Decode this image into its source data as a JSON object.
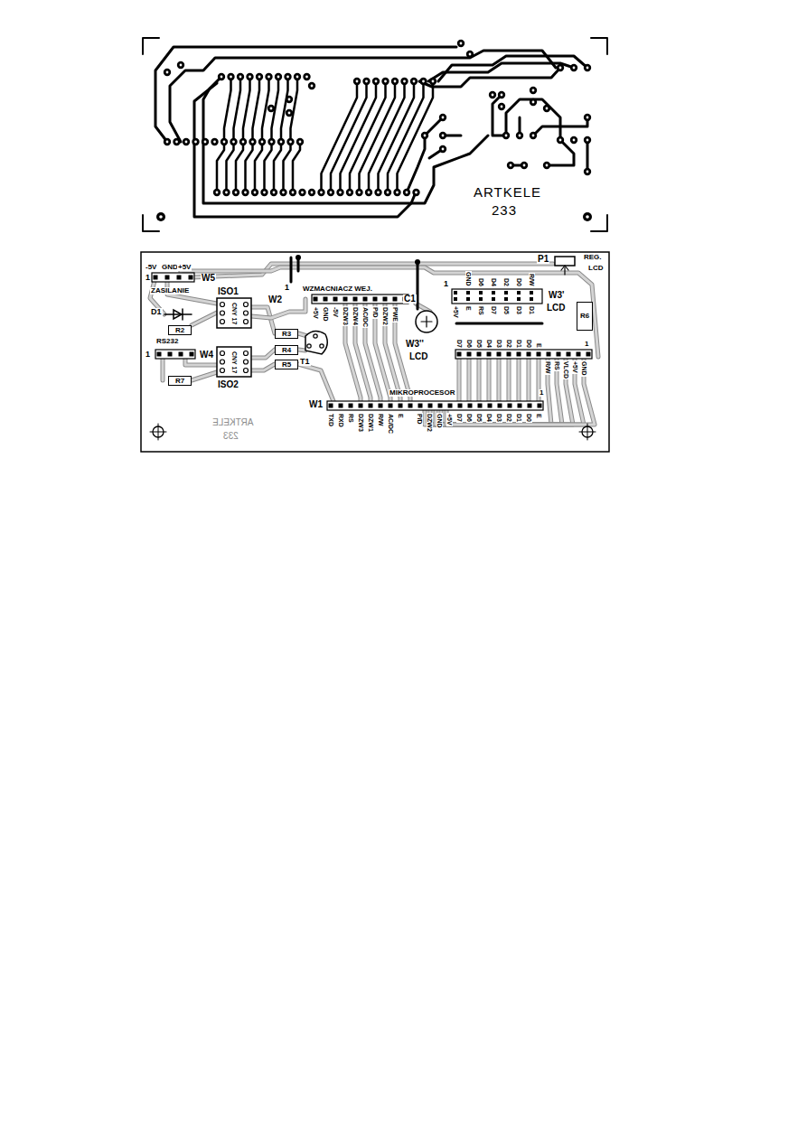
{
  "diagram": {
    "nodes": [
      {
        "text": [
          "R2"
        ]
      },
      {
        "text": [
          "R3"
        ]
      },
      {
        "text": [
          "R4"
        ]
      },
      {
        "text": [
          "R5"
        ]
      },
      {
        "text": [
          "R7"
        ]
      },
      {
        "text": [
          "R6"
        ]
      }
    ],
    "labels": [
      "ARTKELE",
      "233",
      "-5V",
      "GND",
      "+5V",
      "1",
      "W5",
      "ZASILANIE",
      "ISO1",
      "CNY 17",
      "1",
      "W2",
      "WZMACNIACZ WEJ.",
      "+5V",
      "GND",
      "-5V",
      "DZW3",
      "DZW4",
      "AC/DC",
      "P/D",
      "DZW2",
      "PWE",
      "C1",
      "1",
      "W3'",
      "LCD",
      "GND",
      "D6",
      "D4",
      "D2",
      "D0",
      "R/W",
      "+5V",
      "E",
      "RS",
      "D7",
      "D5",
      "D3",
      "D1",
      "W3''",
      "LCD",
      "D7",
      "D6",
      "D5",
      "D4",
      "D3",
      "D2",
      "D1",
      "D0",
      "E",
      "R/W",
      "RS",
      "VLCD",
      "+5V",
      "GND",
      "1",
      "P1",
      "REG.",
      "LCD",
      "D1",
      "RS232",
      "1",
      "W4",
      "ISO2",
      "CNY 17",
      "T1",
      "W1",
      "MIKROPROCESOR",
      "1",
      "TXD",
      "RXD",
      "RS",
      "DZW3",
      "DZW1",
      "R/W",
      "AC/DC",
      "E",
      "P/D",
      "DZW2",
      "GND",
      "+5V",
      "D7",
      "D6",
      "D5",
      "D4",
      "D3",
      "D2",
      "D1",
      "D0",
      "E",
      "ARTKELE",
      "233"
    ]
  }
}
